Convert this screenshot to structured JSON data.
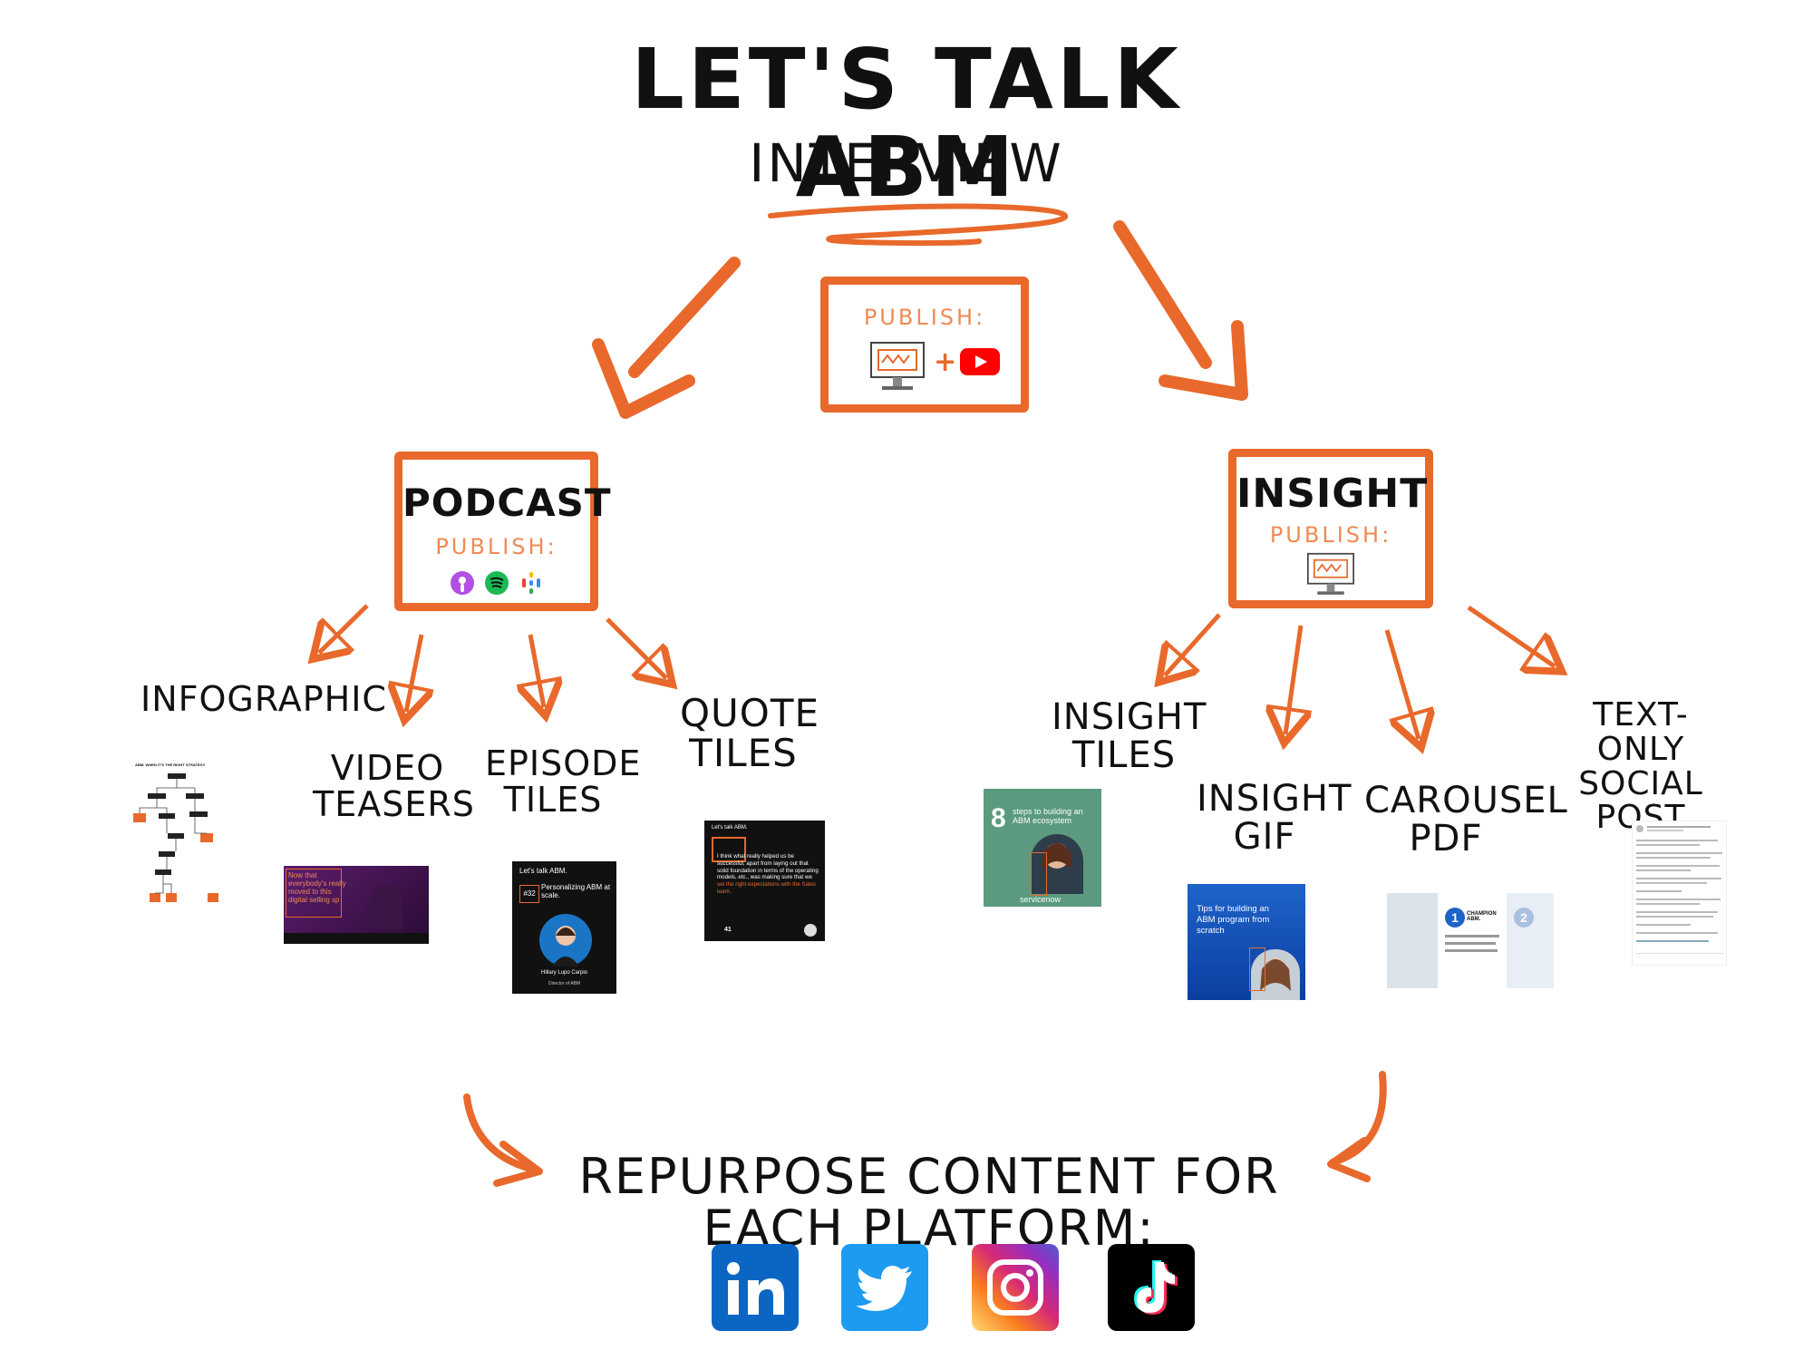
{
  "title": "LET'S TALK ABM",
  "subtitle": "INTERVIEW",
  "center_box": {
    "publish_label": "PUBLISH:",
    "plus": "+"
  },
  "podcast": {
    "title": "PODCAST",
    "publish_label": "PUBLISH:",
    "icons": [
      "apple-podcasts-icon",
      "spotify-icon",
      "google-podcasts-icon"
    ]
  },
  "insight": {
    "title": "INSIGHT",
    "publish_label": "PUBLISH:"
  },
  "podcast_outputs": [
    {
      "label": "INFOGRAPHIC"
    },
    {
      "label": "VIDEO TEASERS"
    },
    {
      "label": "EPISODE TILES"
    },
    {
      "label": "QUOTE TILES"
    }
  ],
  "insight_outputs": [
    {
      "label": "INSIGHT TILES"
    },
    {
      "label": "INSIGHT GIF"
    },
    {
      "label": "CAROUSEL PDF"
    },
    {
      "label": "TEXT-ONLY SOCIAL POST"
    }
  ],
  "thumbnails": {
    "infographic_heading": "ABM: WHEN IT'S THE RIGHT STRATEGY",
    "video_text": "Now that everybody's really moved to this digital selling sp",
    "episode": {
      "brand": "Let's talk ABM.",
      "number": "#32",
      "headline": "Personalizing ABM at scale.",
      "name": "Hillary Lupo Carpio",
      "role": "Director of ABM"
    },
    "quote": {
      "brand": "Let's talk ABM.",
      "text_plain": "I think what really helped us be successful, apart from laying out that solid foundation in terms of the operating models, etc., was making sure that we ",
      "text_highlight": "set the right expectations with the Sales team.",
      "number": "41"
    },
    "insight_tile": {
      "number": "8",
      "text": "steps to building an ABM ecosystem",
      "brand": "servicenow"
    },
    "insight_gif": {
      "text": "Tips for building an ABM program from scratch"
    },
    "carousel": {
      "step1": "1",
      "step1_text": "CHAMPION ABM.",
      "step2": "2"
    }
  },
  "footer": {
    "label": "REPURPOSE CONTENT FOR EACH PLATFORM:",
    "platforms": [
      "linkedin-icon",
      "twitter-icon",
      "instagram-icon",
      "tiktok-icon"
    ]
  },
  "colors": {
    "accent": "#e8692b",
    "accent_light": "#f08a55",
    "linkedin": "#0a66c2",
    "twitter": "#1d9bf0",
    "youtube": "#ff0000"
  }
}
